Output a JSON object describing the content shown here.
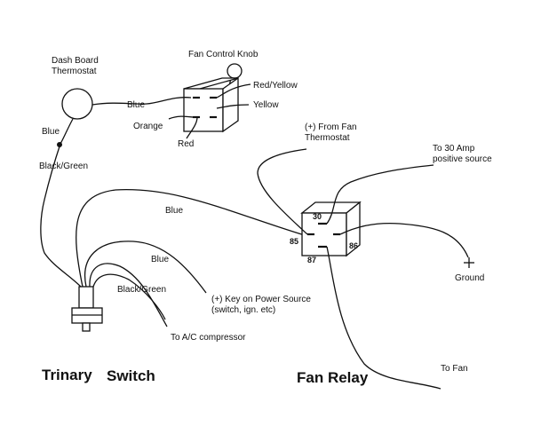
{
  "components": {
    "dash_thermostat": "Dash Board\nThermostat",
    "fan_control_knob": "Fan Control Knob",
    "trinary_switch": "Trinary",
    "trinary_switch_word": "Switch",
    "fan_relay": "Fan Relay"
  },
  "wire_labels": {
    "blue_top": "Blue",
    "blue_left": "Blue",
    "black_green_left": "Black/Green",
    "red_yellow": "Red/Yellow",
    "yellow": "Yellow",
    "orange": "Orange",
    "red": "Red",
    "blue_mid": "Blue",
    "blue_lower": "Blue",
    "black_green_lower": "Black/Green"
  },
  "connections": {
    "from_fan_thermostat": "(+) From Fan\nThermostat",
    "to_30_amp": "To 30 Amp\npositive source",
    "ground": "Ground",
    "key_on_power": "(+) Key on Power Source\n(switch, ign. etc)",
    "to_ac_compressor": "To A/C compressor",
    "to_fan": "To Fan"
  },
  "relay_pins": {
    "p30": "30",
    "p85": "85",
    "p86": "86",
    "p87": "87"
  }
}
